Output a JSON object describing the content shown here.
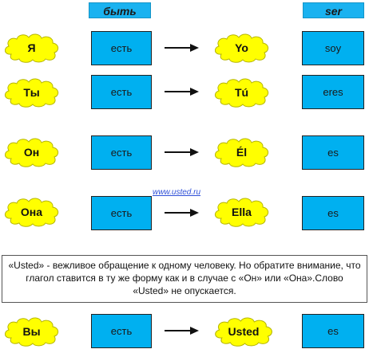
{
  "headers": {
    "byt": "быть",
    "ser": "ser"
  },
  "rows": [
    {
      "pronoun_ru": "Я",
      "byt": "есть",
      "pronoun_es": "Yo",
      "ser": "soy"
    },
    {
      "pronoun_ru": "Ты",
      "byt": "есть",
      "pronoun_es": "Tú",
      "ser": "eres"
    },
    {
      "pronoun_ru": "Он",
      "byt": "есть",
      "pronoun_es": "Él",
      "ser": "es"
    },
    {
      "pronoun_ru": "Она",
      "byt": "есть",
      "pronoun_es": "Ella",
      "ser": "es"
    },
    {
      "pronoun_ru": "Вы",
      "byt": "есть",
      "pronoun_es": "Usted",
      "ser": "es"
    }
  ],
  "link": "www.usted.ru",
  "note": "«Usted» - вежливое обращение к одному человеку. Но обратите внимание, что глагол ставится в ту же форму как и в случае с «Он» или «Она».Слово «Usted» не опускается.",
  "colors": {
    "cloud_fill": "#ffff00",
    "box_fill": "#00b0f0",
    "header_fill": "#1ab2f0"
  }
}
